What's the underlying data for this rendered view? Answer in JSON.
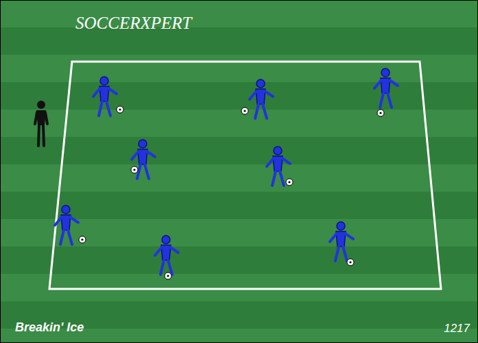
{
  "diagram": {
    "caption": "Breakin' Ice",
    "labels": [
      "SOCCERXPERT",
      "1217"
    ]
  }
}
